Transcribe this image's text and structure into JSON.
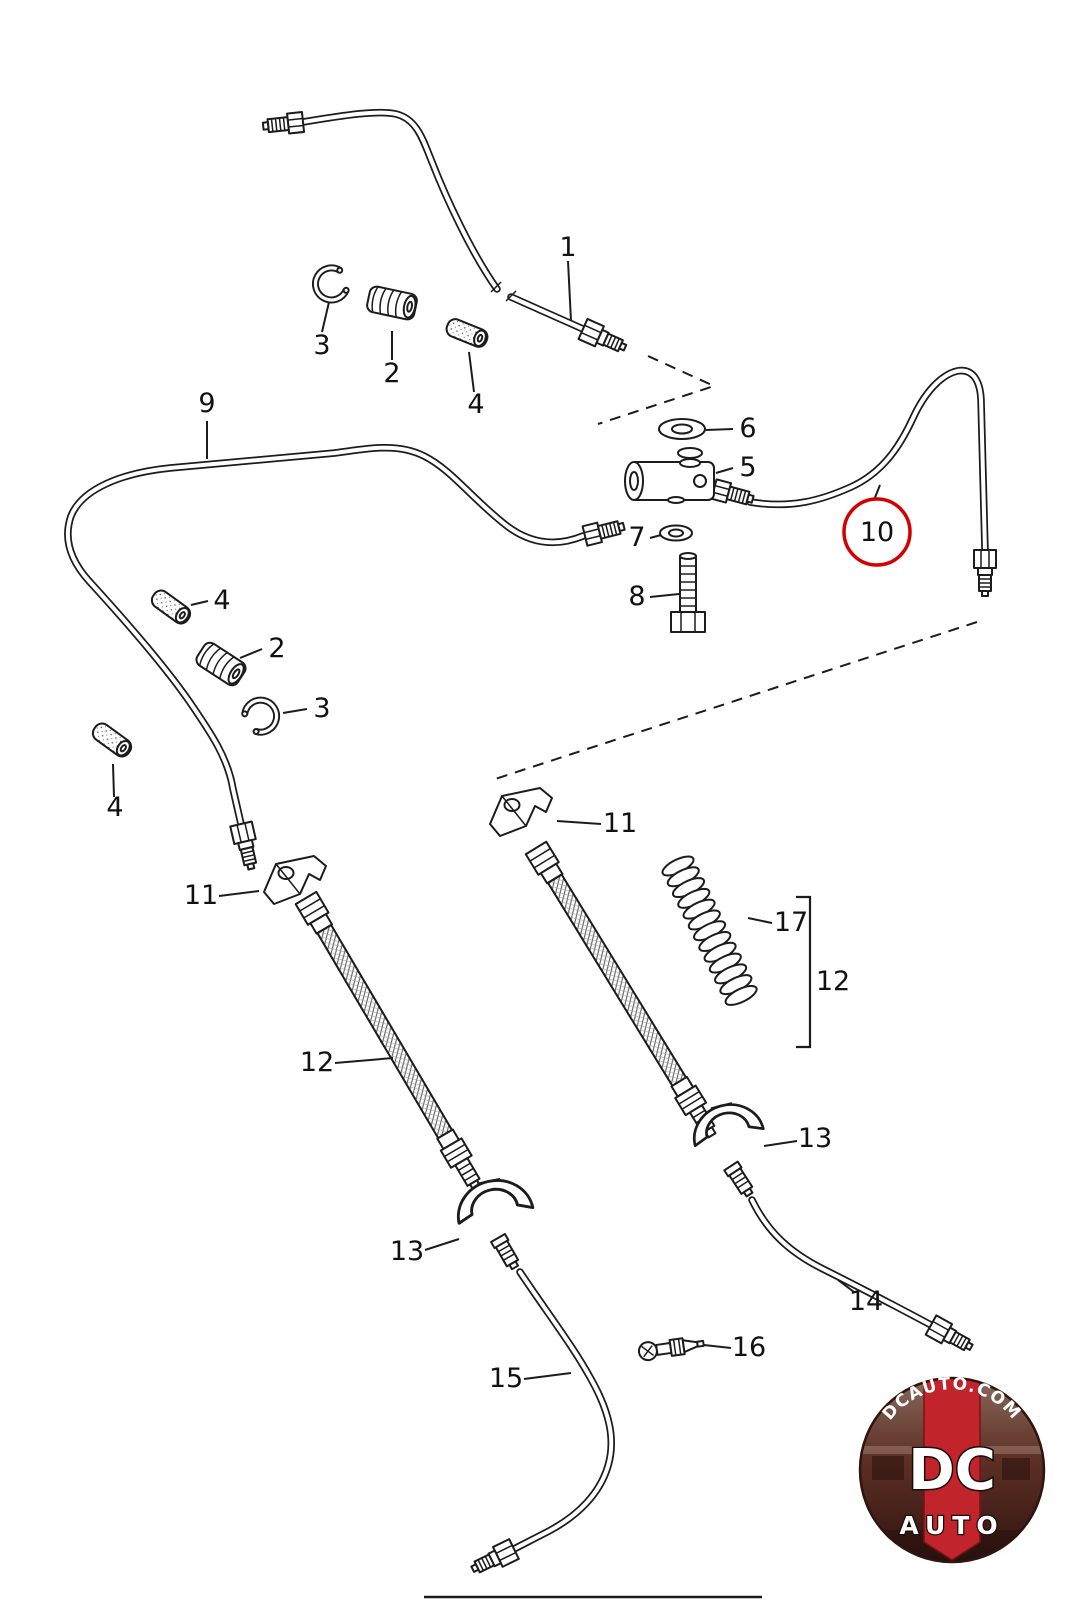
{
  "diagram": {
    "type": "exploded-parts-diagram",
    "subject": "brake lines and brake hoses",
    "colors": {
      "line": "#1c1c1c",
      "highlight": "#d40000",
      "logo_red": "#c2242b"
    },
    "highlighted_part": "10",
    "callouts": [
      {
        "label": "1"
      },
      {
        "label": "3"
      },
      {
        "label": "2"
      },
      {
        "label": "4"
      },
      {
        "label": "6"
      },
      {
        "label": "5"
      },
      {
        "label": "7"
      },
      {
        "label": "8"
      },
      {
        "label": "9"
      },
      {
        "label": "10",
        "circled": true
      },
      {
        "label": "4"
      },
      {
        "label": "2"
      },
      {
        "label": "3"
      },
      {
        "label": "4"
      },
      {
        "label": "11"
      },
      {
        "label": "11"
      },
      {
        "label": "12"
      },
      {
        "label": "17"
      },
      {
        "label": "12"
      },
      {
        "label": "13"
      },
      {
        "label": "13"
      },
      {
        "label": "14"
      },
      {
        "label": "15"
      },
      {
        "label": "16"
      }
    ],
    "logo": {
      "site_text": "DCAUTO.COM",
      "brand_text": "DC",
      "brand_subtext": "AUTO"
    }
  }
}
